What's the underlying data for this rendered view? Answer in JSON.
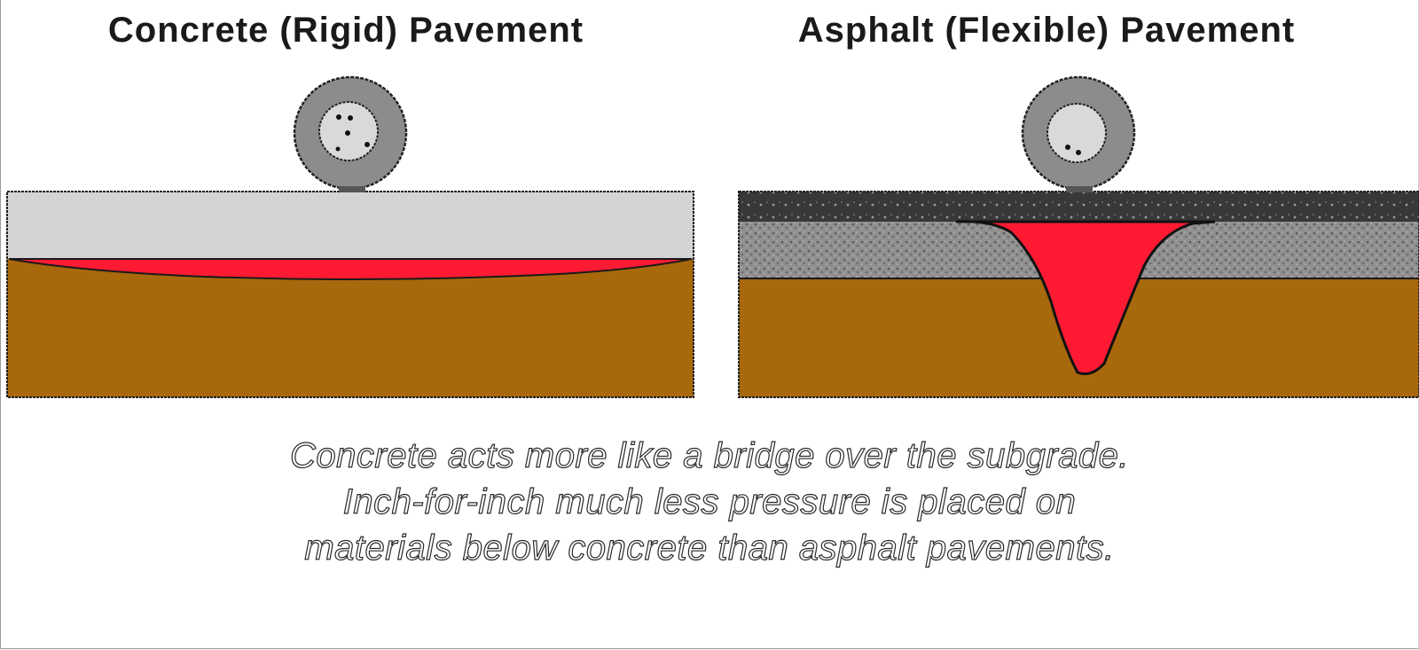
{
  "panels": {
    "left": {
      "title": "Concrete (Rigid) Pavement"
    },
    "right": {
      "title": "Asphalt (Flexible) Pavement"
    }
  },
  "caption": "Concrete acts more like a bridge over the subgrade.  Inch-for-inch much less pressure is placed on materials below concrete than asphalt pavements.",
  "colors": {
    "concrete_slab": "#d4d4d4",
    "subgrade": "#a8680c",
    "pressure": "#ff1a33",
    "asphalt_surface": "#3a3a3a",
    "aggregate_base": "#8f8f8f",
    "tire_outer": "#8c8c8c",
    "tire_hub": "#d9d9d9"
  }
}
